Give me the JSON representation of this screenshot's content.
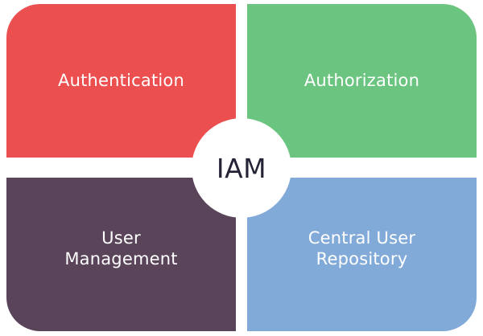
{
  "diagram": {
    "title": "IAM",
    "center": {
      "label": "IAM",
      "text_color": "#242436",
      "fill": "#ffffff",
      "shape": "circle"
    },
    "background": "#ffffff",
    "quadrants": [
      {
        "id": "authentication",
        "label": "Authentication",
        "position": "top-left",
        "fill": "#ec4f4f",
        "text_color": "#ffffff"
      },
      {
        "id": "authorization",
        "label": "Authorization",
        "position": "top-right",
        "fill": "#6bc47f",
        "text_color": "#ffffff"
      },
      {
        "id": "user-management",
        "label": "User\nManagement",
        "position": "bottom-left",
        "fill": "#5a4459",
        "text_color": "#ffffff"
      },
      {
        "id": "central-user-repository",
        "label": "Central User\nRepository",
        "position": "bottom-right",
        "fill": "#81aad9",
        "text_color": "#ffffff"
      }
    ]
  }
}
